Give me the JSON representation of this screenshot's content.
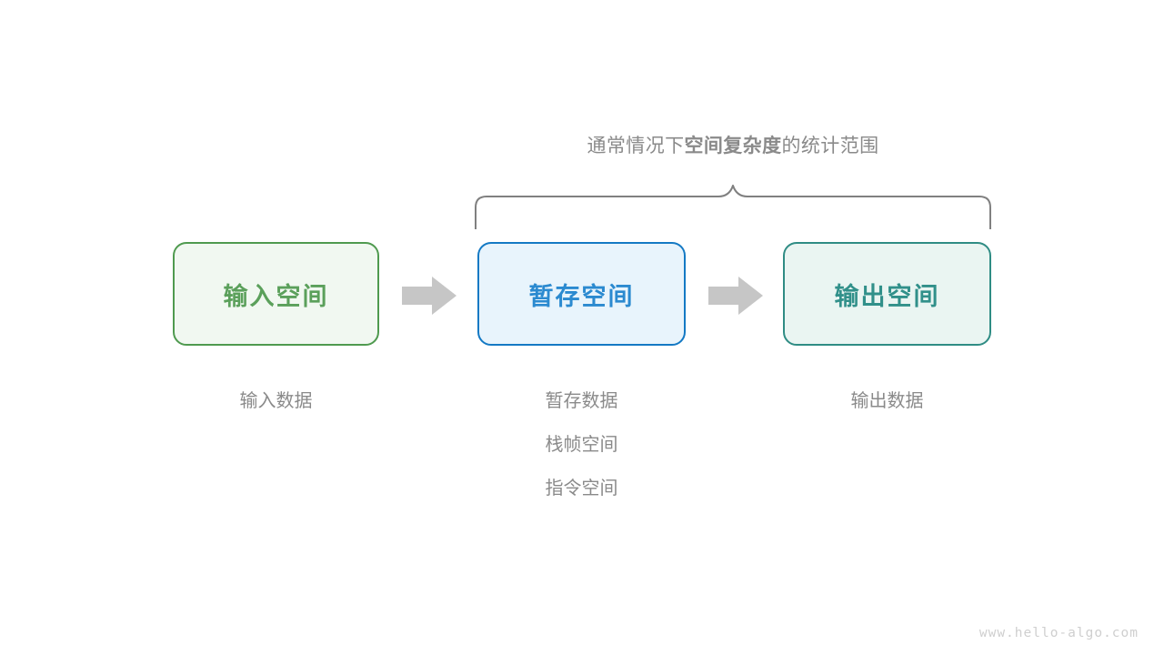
{
  "diagram": {
    "caption": {
      "lead": "通常情况下",
      "emphasis": "空间复杂度",
      "tail": "的统计范围"
    },
    "brace": {
      "icon": "curly-brace-icon",
      "color": "#808080",
      "spans": [
        "暂存空间",
        "输出空间"
      ]
    },
    "arrows": [
      {
        "icon": "right-arrow-icon",
        "color": "#c6c6c6"
      },
      {
        "icon": "right-arrow-icon",
        "color": "#c6c6c6"
      }
    ],
    "stages": [
      {
        "key": "input",
        "title": "输入空间",
        "fill": "#f1f8f1",
        "border": "#4f9a4f",
        "text_color": "#5ba05b",
        "items": [
          "输入数据"
        ]
      },
      {
        "key": "buffer",
        "title": "暂存空间",
        "fill": "#e8f4fc",
        "border": "#1479c4",
        "text_color": "#2b8ad0",
        "items": [
          "暂存数据",
          "栈帧空间",
          "指令空间"
        ]
      },
      {
        "key": "output",
        "title": "输出空间",
        "fill": "#eaf5f2",
        "border": "#2f8c84",
        "text_color": "#31908a",
        "items": [
          "输出数据"
        ]
      }
    ]
  },
  "watermark": "www.hello-algo.com"
}
